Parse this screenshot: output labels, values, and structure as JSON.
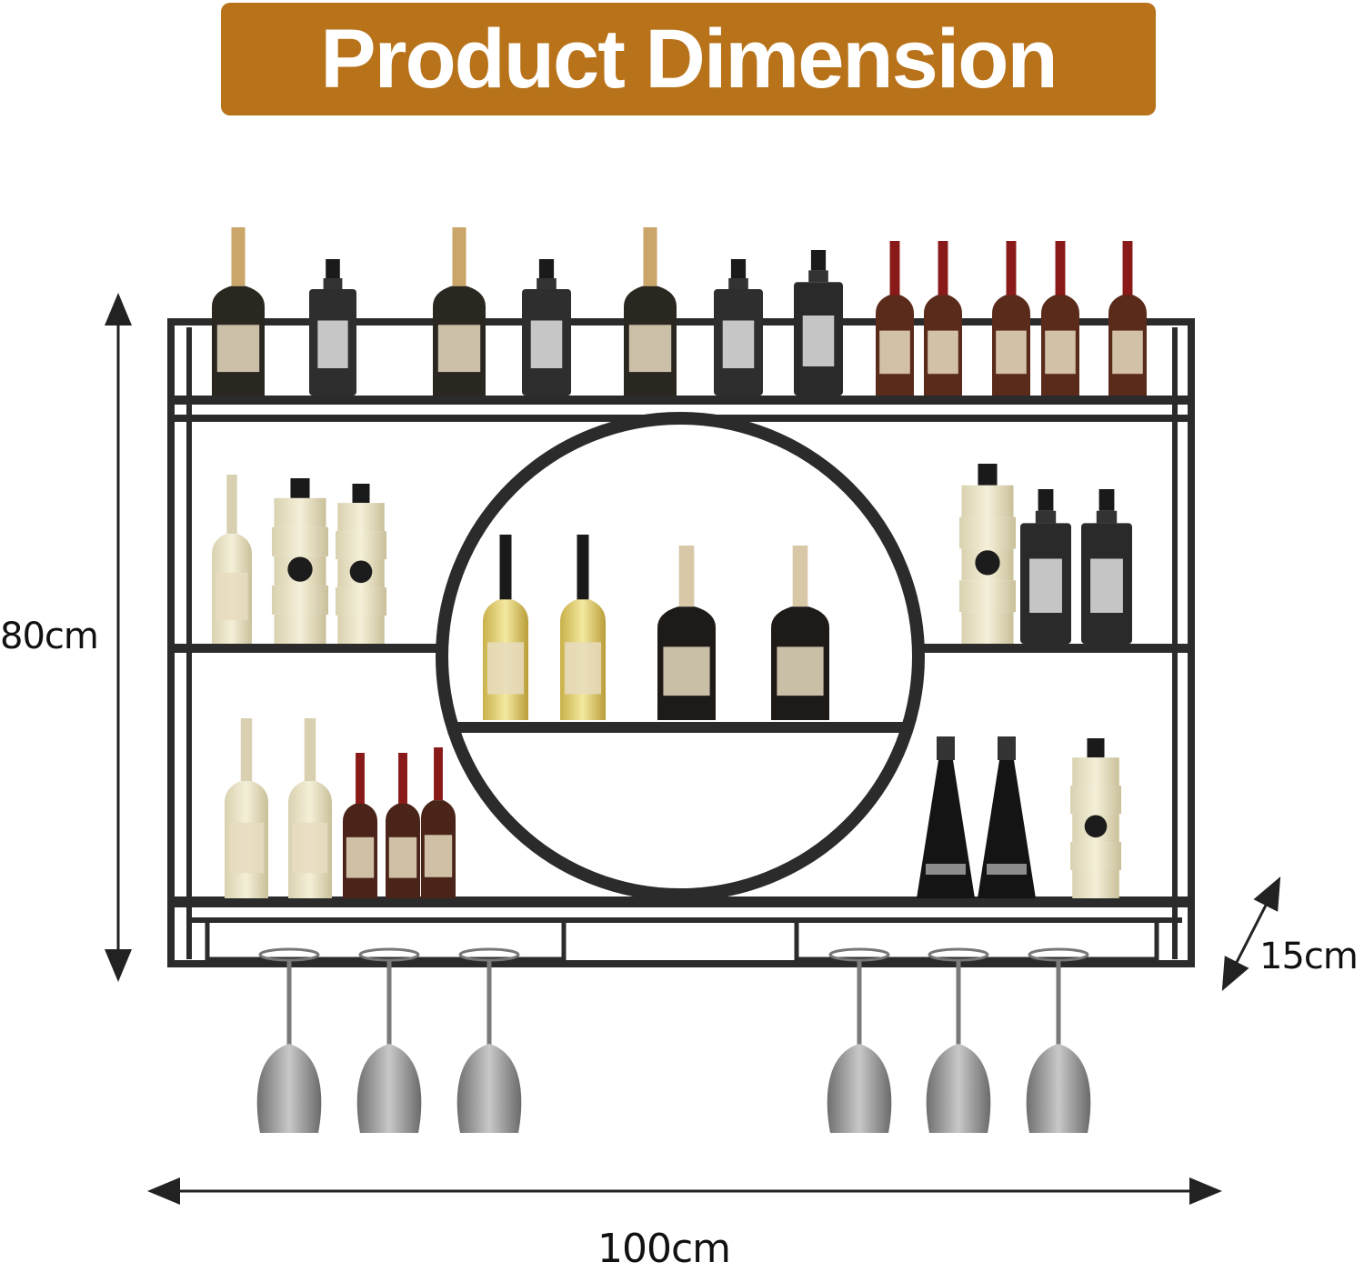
{
  "banner": {
    "title": "Product Dimension",
    "color": "#b8721a"
  },
  "dimensions": {
    "height": "80cm",
    "depth": "15cm",
    "width": "100cm"
  },
  "colors": {
    "frame": "#2b2b2b",
    "arrow": "#222222",
    "glass": "#8a8a8a"
  },
  "product": {
    "type": "wall-mounted wine rack",
    "features": [
      "circular center shelf",
      "two side shelves",
      "top bottle ledge",
      "stemware holders"
    ],
    "glass_count": 6
  }
}
